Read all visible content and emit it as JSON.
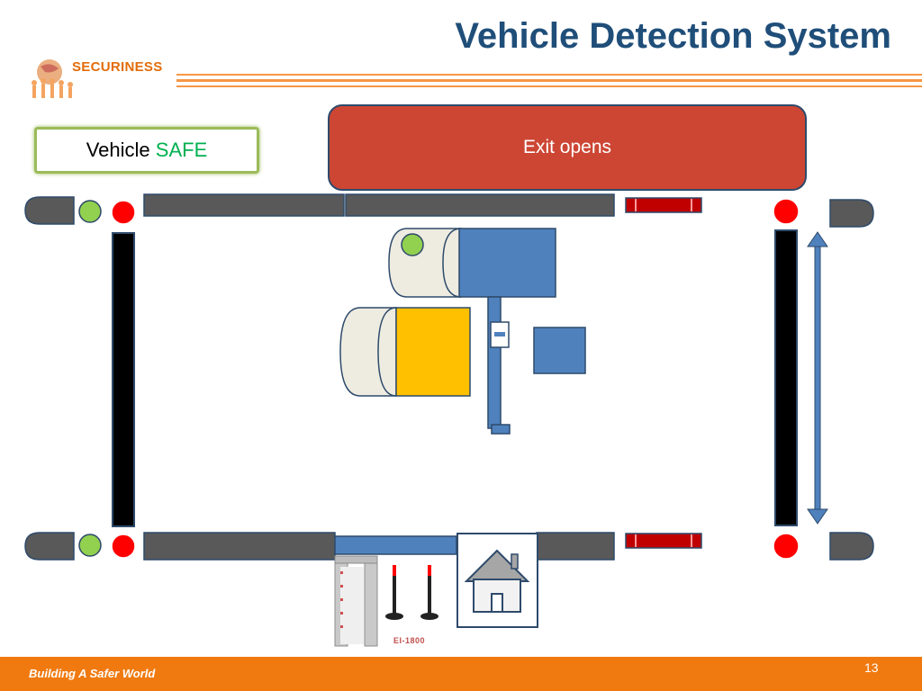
{
  "slide": {
    "title": "Vehicle Detection System",
    "page_number": "13"
  },
  "logo": {
    "name": "SECURINESS"
  },
  "status": {
    "word": "Vehicle",
    "value": "SAFE",
    "value_color": "#00b050"
  },
  "banner": {
    "text": "Exit opens",
    "color": "#cd4634"
  },
  "footer": {
    "tagline": "Building A Safer World"
  },
  "equipment": {
    "model_label": "EI-1800"
  },
  "colors": {
    "title": "#1f4e79",
    "accent_orange": "#f07a10",
    "barrier": "#595959",
    "light_red": "#ff0000",
    "light_green": "#92d050",
    "vehicle_blue": "#4f81bd",
    "vehicle_yellow": "#ffc000",
    "alarm_strip": "#c00000"
  },
  "icons": [
    "globe-logo-icon",
    "house-icon",
    "walk-through-metal-detector-icon",
    "traffic-light-icon",
    "double-arrow-icon"
  ]
}
